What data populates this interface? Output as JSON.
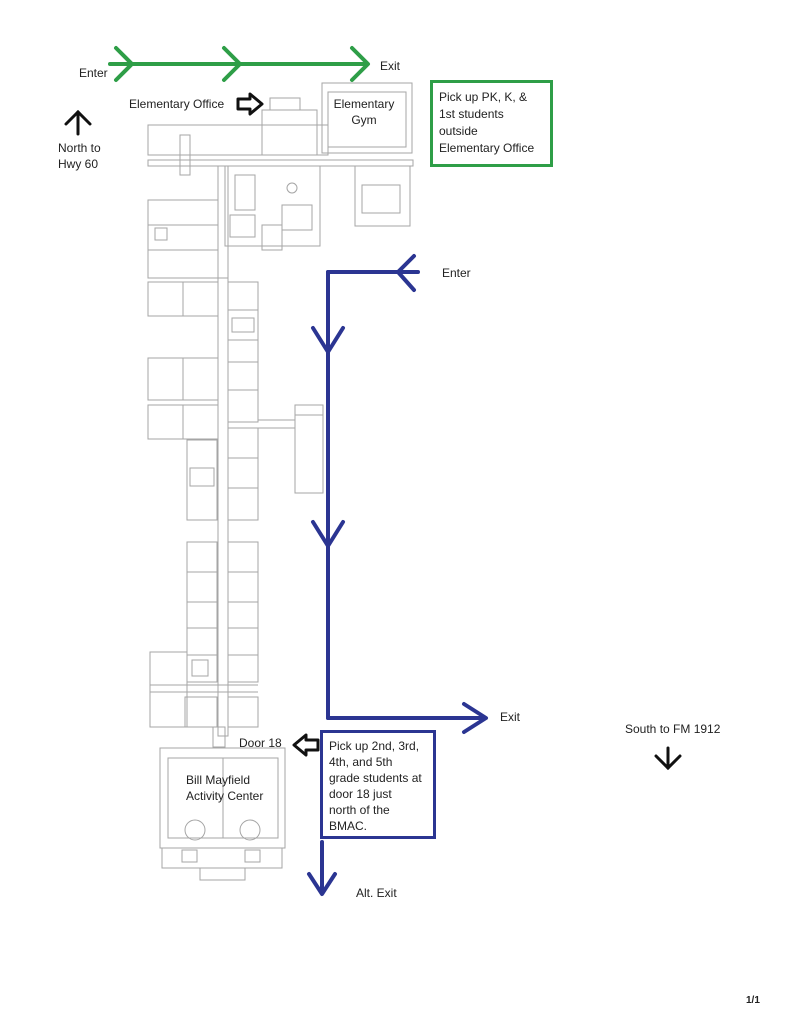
{
  "colors": {
    "green_route": "#2e9e47",
    "blue_route": "#2b3592",
    "floorplan": "#9a9a9a",
    "pointer": "#111111"
  },
  "labels": {
    "green_enter": "Enter",
    "green_exit": "Exit",
    "elementary_office": "Elementary Office",
    "elementary_gym_line1": "Elementary",
    "elementary_gym_line2": "Gym",
    "north_line1": "North to",
    "north_line2": "Hwy 60",
    "blue_enter": "Enter",
    "blue_exit": "Exit",
    "south": "South to FM 1912",
    "door_18": "Door 18",
    "bmac_line1": "Bill Mayfield",
    "bmac_line2": "Activity Center",
    "alt_exit": "Alt. Exit",
    "page_number": "1/1"
  },
  "notes": {
    "green_pickup": [
      "Pick up PK, K, &",
      "1st students",
      "outside",
      "Elementary Office"
    ],
    "blue_pickup": [
      "Pick up 2nd, 3rd,",
      "4th, and 5th",
      "grade students at",
      "door 18 just",
      "north of the",
      "BMAC."
    ]
  },
  "icons": {
    "north_arrow": "arrow-up-icon",
    "south_arrow": "arrow-down-icon",
    "office_pointer": "hollow-arrow-right-icon",
    "door_pointer": "hollow-arrow-left-icon"
  }
}
